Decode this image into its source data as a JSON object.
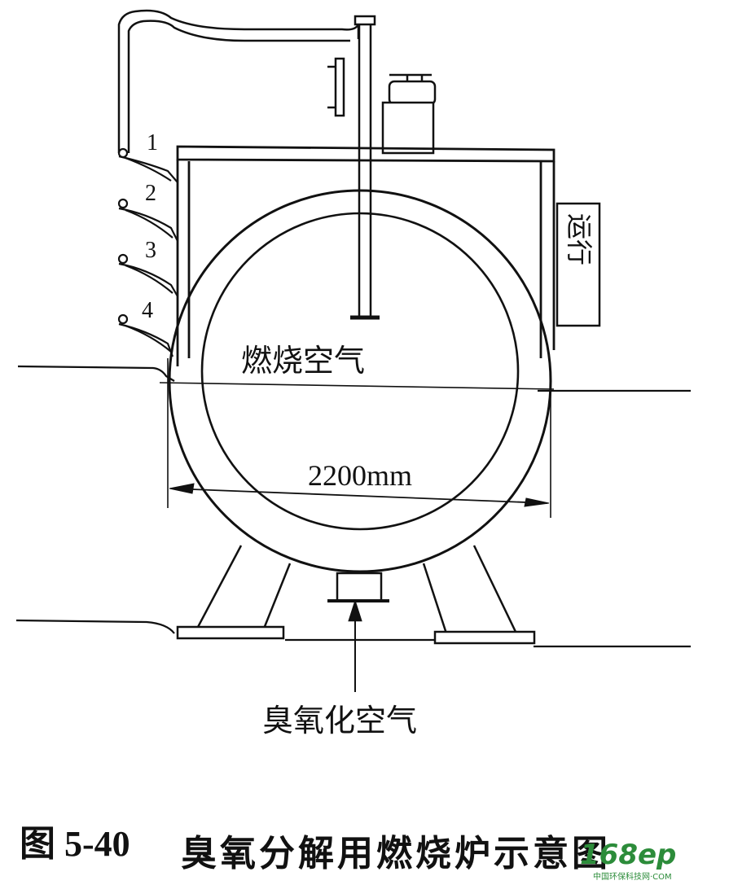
{
  "diagram": {
    "nodes": [
      "1",
      "2",
      "3",
      "4"
    ],
    "label_run": "运行",
    "label_combustion_air": "燃烧空气",
    "dimension": "2200mm",
    "label_ozonized_air": "臭氧化空气"
  },
  "caption": {
    "figure_number": "图 5-40",
    "title": "臭氧分解用燃烧炉示意图"
  },
  "watermark": {
    "logo": "168ep",
    "subtitle": "中国环保科技网·COM"
  }
}
